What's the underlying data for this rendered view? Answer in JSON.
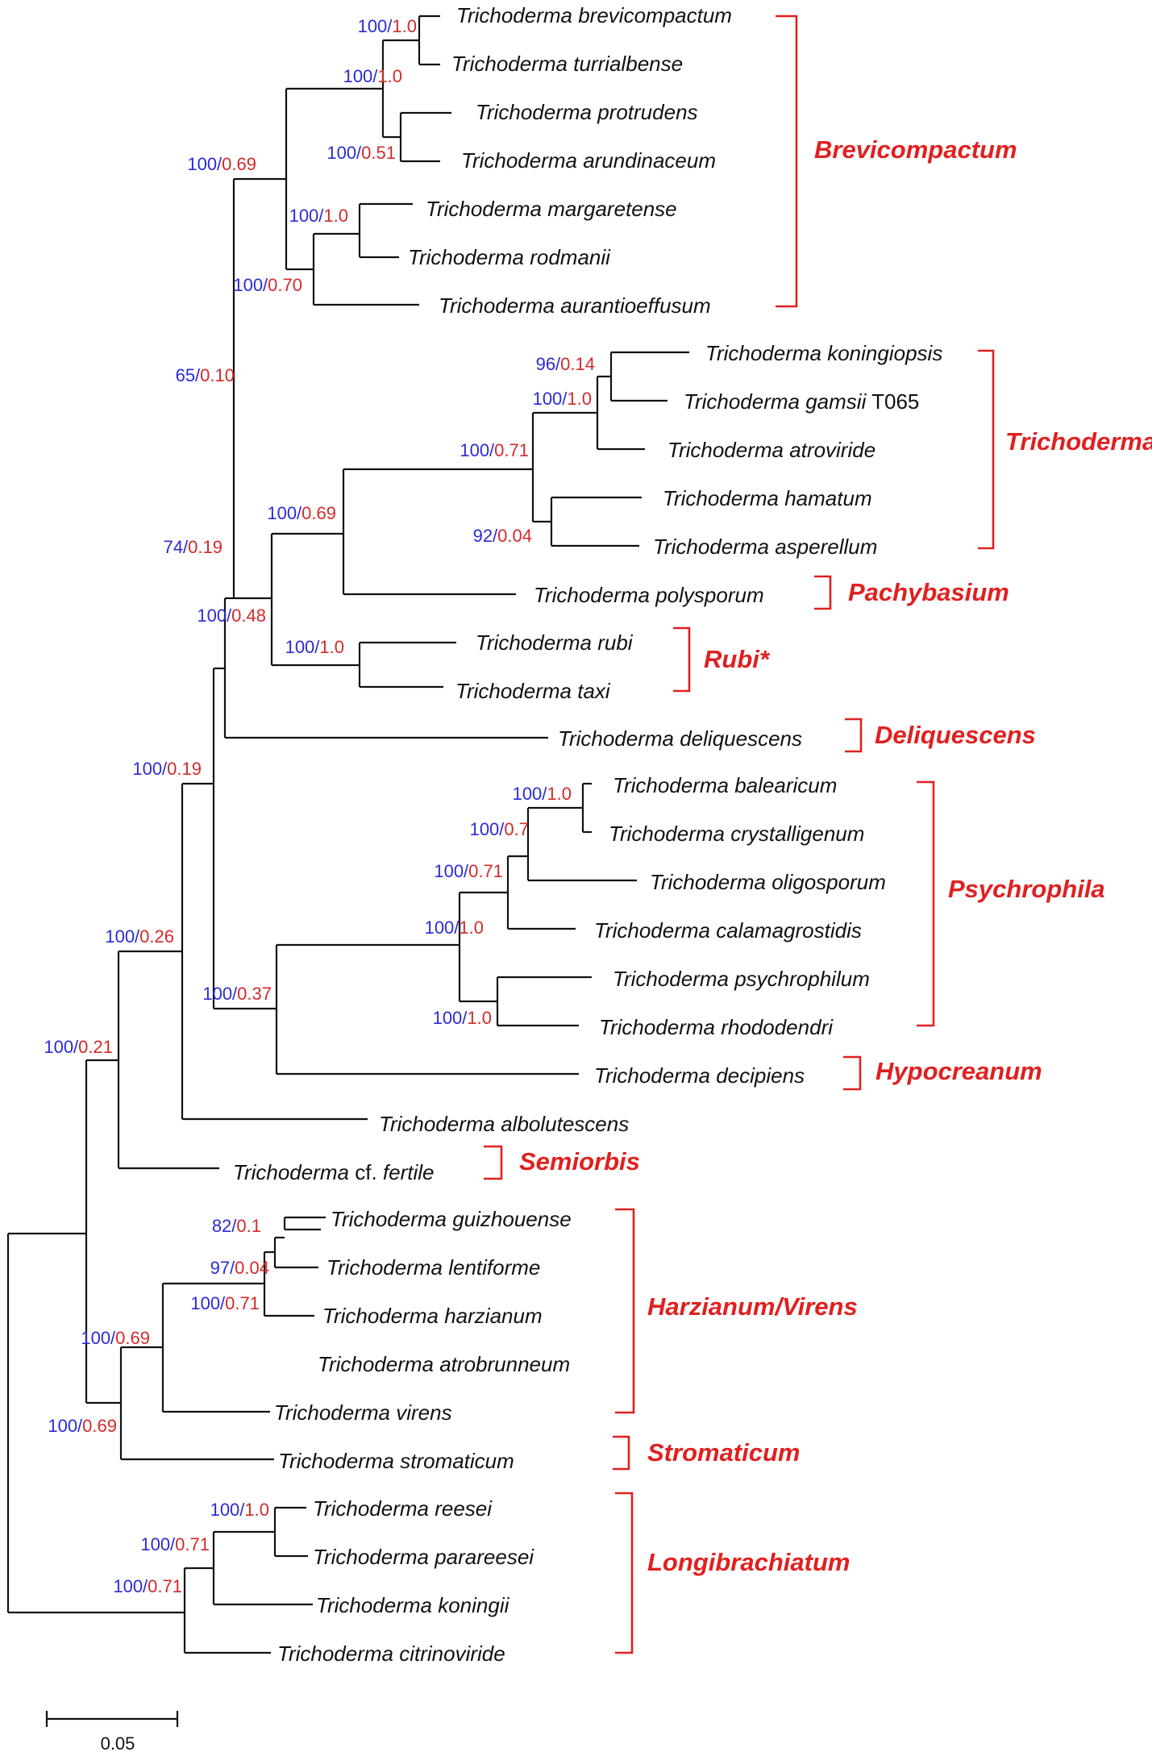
{
  "tree": {
    "taxa": [
      {
        "genus": "Trichoderma",
        "epithet": "brevicompactum"
      },
      {
        "genus": "Trichoderma",
        "epithet": "turrialbense"
      },
      {
        "genus": "Trichoderma",
        "epithet": "protrudens"
      },
      {
        "genus": "Trichoderma",
        "epithet": "arundinaceum"
      },
      {
        "genus": "Trichoderma",
        "epithet": "margaretense"
      },
      {
        "genus": "Trichoderma",
        "epithet": "rodmanii"
      },
      {
        "genus": "Trichoderma",
        "epithet": "aurantioeffusum"
      },
      {
        "genus": "Trichoderma",
        "epithet": "koningiopsis"
      },
      {
        "genus": "Trichoderma",
        "epithet": "gamsii",
        "suffix": "T065"
      },
      {
        "genus": "Trichoderma",
        "epithet": "atroviride"
      },
      {
        "genus": "Trichoderma",
        "epithet": "hamatum"
      },
      {
        "genus": "Trichoderma",
        "epithet": "asperellum"
      },
      {
        "genus": "Trichoderma",
        "epithet": "polysporum"
      },
      {
        "genus": "Trichoderma",
        "epithet": "rubi"
      },
      {
        "genus": "Trichoderma",
        "epithet": "taxi"
      },
      {
        "genus": "Trichoderma",
        "epithet": "deliquescens"
      },
      {
        "genus": "Trichoderma",
        "epithet": "balearicum"
      },
      {
        "genus": "Trichoderma",
        "epithet": "crystalligenum"
      },
      {
        "genus": "Trichoderma",
        "epithet": "oligosporum"
      },
      {
        "genus": "Trichoderma",
        "epithet": "calamagrostidis"
      },
      {
        "genus": "Trichoderma",
        "epithet": "psychrophilum"
      },
      {
        "genus": "Trichoderma",
        "epithet": "rhododendri"
      },
      {
        "genus": "Trichoderma",
        "epithet": "decipiens"
      },
      {
        "genus": "Trichoderma",
        "epithet": "albolutescens"
      },
      {
        "genus": "Trichoderma",
        "epithet": "fertile",
        "prefix": "cf."
      },
      {
        "genus": "Trichoderma",
        "epithet": "guizhouense"
      },
      {
        "genus": "Trichoderma",
        "epithet": "lentiforme"
      },
      {
        "genus": "Trichoderma",
        "epithet": "harzianum"
      },
      {
        "genus": "Trichoderma",
        "epithet": "atrobrunneum"
      },
      {
        "genus": "Trichoderma",
        "epithet": "virens"
      },
      {
        "genus": "Trichoderma",
        "epithet": "stromaticum"
      },
      {
        "genus": "Trichoderma",
        "epithet": "reesei"
      },
      {
        "genus": "Trichoderma",
        "epithet": "parareesei"
      },
      {
        "genus": "Trichoderma",
        "epithet": "koningii"
      },
      {
        "genus": "Trichoderma",
        "epithet": "citrinoviride"
      }
    ],
    "support": [
      {
        "bs": "100",
        "pp": "1.0"
      },
      {
        "bs": "100",
        "pp": "1.0"
      },
      {
        "bs": "100",
        "pp": "0.51"
      },
      {
        "bs": "100",
        "pp": "0.69"
      },
      {
        "bs": "100",
        "pp": "1.0"
      },
      {
        "bs": "100",
        "pp": "0.70"
      },
      {
        "bs": "65",
        "pp": "0.10"
      },
      {
        "bs": "96",
        "pp": "0.14"
      },
      {
        "bs": "100",
        "pp": "1.0"
      },
      {
        "bs": "100",
        "pp": "0.71"
      },
      {
        "bs": "92",
        "pp": "0.04"
      },
      {
        "bs": "100",
        "pp": "0.69"
      },
      {
        "bs": "74",
        "pp": "0.19"
      },
      {
        "bs": "100",
        "pp": "0.48"
      },
      {
        "bs": "100",
        "pp": "1.0"
      },
      {
        "bs": "100",
        "pp": "0.19"
      },
      {
        "bs": "100",
        "pp": "1.0"
      },
      {
        "bs": "100",
        "pp": "0.7"
      },
      {
        "bs": "100",
        "pp": "0.71"
      },
      {
        "bs": "100",
        "pp": "1.0"
      },
      {
        "bs": "100",
        "pp": "1.0"
      },
      {
        "bs": "100",
        "pp": "0.37"
      },
      {
        "bs": "100",
        "pp": "0.26"
      },
      {
        "bs": "100",
        "pp": "0.21"
      },
      {
        "bs": "82",
        "pp": "0.1"
      },
      {
        "bs": "97",
        "pp": "0.04"
      },
      {
        "bs": "100",
        "pp": "0.71"
      },
      {
        "bs": "100",
        "pp": "0.69"
      },
      {
        "bs": "100",
        "pp": "0.69"
      },
      {
        "bs": "100",
        "pp": "1.0"
      },
      {
        "bs": "100",
        "pp": "0.71"
      },
      {
        "bs": "100",
        "pp": "0.71"
      }
    ],
    "clades": [
      "Brevicompactum",
      "Trichoderma",
      "Pachybasium",
      "Rubi*",
      "Deliquescens",
      "Psychrophila",
      "Hypocreanum",
      "Semiorbis",
      "Harzianum/Virens",
      "Stromaticum",
      "Longibrachiatum"
    ],
    "support_colors": {
      "bootstrap": "#2b2bd6",
      "posterior": "#d42a2a"
    },
    "clade_color": "#e02020"
  },
  "scale_bar": {
    "label": "0.05"
  }
}
